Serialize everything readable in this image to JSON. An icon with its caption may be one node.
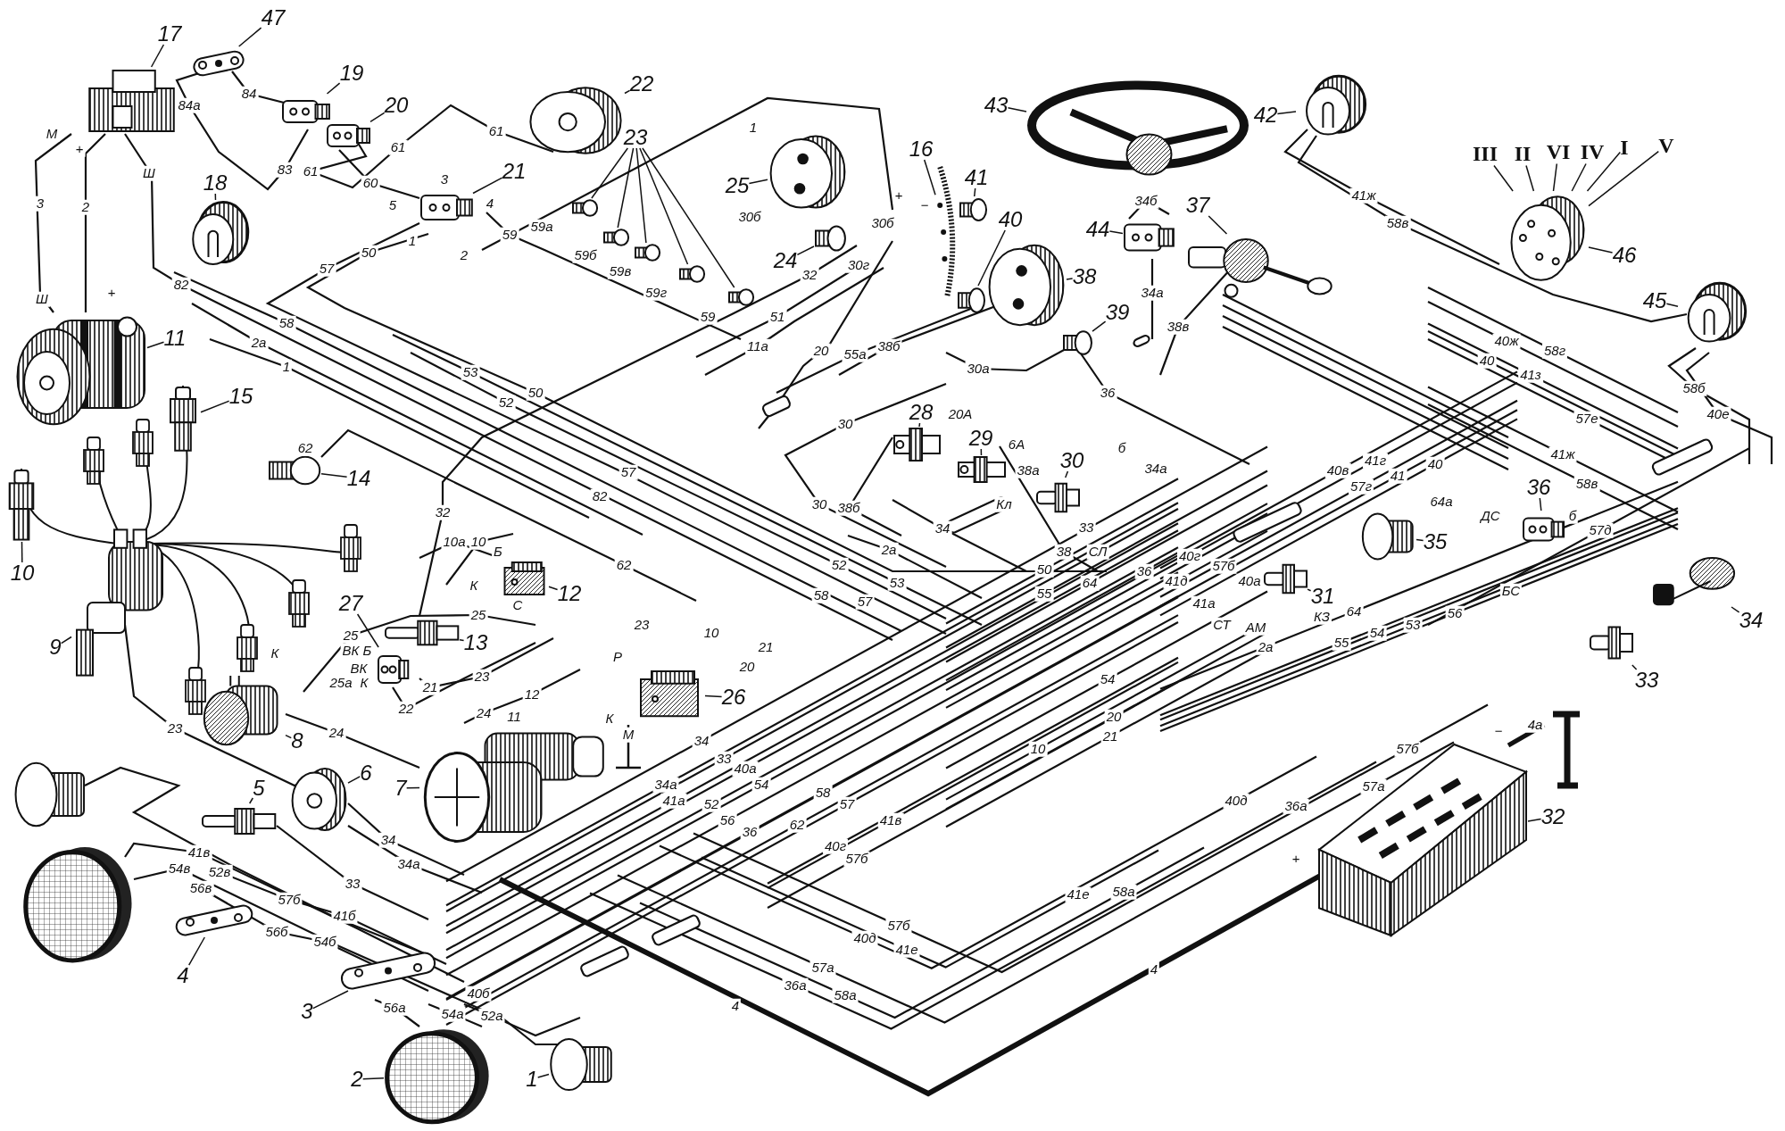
{
  "diagram": {
    "nodes": [
      {
        "text": [
          "1"
        ]
      },
      {
        "text": [
          "2"
        ]
      },
      {
        "text": [
          "3"
        ]
      },
      {
        "text": [
          "4"
        ]
      },
      {
        "text": [
          "5"
        ]
      },
      {
        "text": [
          "6"
        ]
      },
      {
        "text": [
          "7"
        ]
      },
      {
        "text": [
          "8"
        ]
      },
      {
        "text": [
          "9"
        ]
      },
      {
        "text": [
          "10"
        ]
      },
      {
        "text": [
          "11"
        ]
      },
      {
        "text": [
          "12"
        ]
      },
      {
        "text": [
          "13"
        ]
      },
      {
        "text": [
          "14"
        ]
      },
      {
        "text": [
          "15"
        ]
      },
      {
        "text": [
          "16"
        ]
      },
      {
        "text": [
          "17"
        ]
      },
      {
        "text": [
          "18"
        ]
      },
      {
        "text": [
          "19"
        ]
      },
      {
        "text": [
          "20"
        ]
      },
      {
        "text": [
          "21"
        ]
      },
      {
        "text": [
          "22"
        ]
      },
      {
        "text": [
          "23"
        ]
      },
      {
        "text": [
          "24"
        ]
      },
      {
        "text": [
          "25"
        ]
      },
      {
        "text": [
          "26"
        ]
      },
      {
        "text": [
          "27"
        ]
      },
      {
        "text": [
          "28"
        ]
      },
      {
        "text": [
          "29"
        ]
      },
      {
        "text": [
          "30"
        ]
      },
      {
        "text": [
          "31"
        ]
      },
      {
        "text": [
          "32"
        ]
      },
      {
        "text": [
          "33"
        ]
      },
      {
        "text": [
          "34"
        ]
      },
      {
        "text": [
          "35"
        ]
      },
      {
        "text": [
          "36"
        ]
      },
      {
        "text": [
          "37"
        ]
      },
      {
        "text": [
          "38"
        ]
      },
      {
        "text": [
          "39"
        ]
      },
      {
        "text": [
          "40"
        ]
      },
      {
        "text": [
          "41"
        ]
      },
      {
        "text": [
          "42"
        ]
      },
      {
        "text": [
          "43"
        ]
      },
      {
        "text": [
          "44"
        ]
      },
      {
        "text": [
          "45"
        ]
      },
      {
        "text": [
          "46"
        ]
      },
      {
        "text": [
          "47"
        ]
      },
      {
        "text": [
          "III"
        ]
      },
      {
        "text": [
          "II"
        ]
      },
      {
        "text": [
          "VI"
        ]
      },
      {
        "text": [
          "IV"
        ]
      },
      {
        "text": [
          "I"
        ]
      },
      {
        "text": [
          "V"
        ]
      },
      {
        "text": [],
        "shape": "circle"
      },
      {
        "text": [],
        "shape": "circle"
      },
      {
        "text": [],
        "shape": "picture"
      },
      {
        "text": [],
        "shape": "picture"
      },
      {
        "text": [],
        "shape": "picture"
      },
      {
        "text": [],
        "shape": "picture"
      },
      {
        "text": [],
        "shape": "picture"
      },
      {
        "text": [],
        "shape": "picture"
      },
      {
        "text": [],
        "shape": "picture"
      },
      {
        "text": [],
        "shape": "picture"
      },
      {
        "text": [],
        "shape": "picture"
      },
      {
        "text": [],
        "shape": "picture"
      },
      {
        "text": [],
        "shape": "picture"
      },
      {
        "text": [],
        "shape": "circle"
      },
      {
        "text": [],
        "shape": "picture"
      },
      {
        "text": [],
        "shape": "picture"
      },
      {
        "text": [],
        "shape": "picture"
      },
      {
        "text": [],
        "shape": "circle"
      },
      {
        "text": [],
        "shape": "picture"
      },
      {
        "text": [],
        "shape": "picture"
      },
      {
        "text": [],
        "shape": "picture"
      },
      {
        "text": [],
        "shape": "picture"
      },
      {
        "text": [],
        "shape": "circle"
      },
      {
        "text": [],
        "shape": "circle"
      },
      {
        "text": [],
        "shape": "circle"
      },
      {
        "text": [],
        "shape": "circle"
      },
      {
        "text": [],
        "shape": "circle"
      },
      {
        "text": [],
        "shape": "circle"
      },
      {
        "text": [],
        "shape": "picture"
      },
      {
        "text": [],
        "shape": "picture"
      },
      {
        "text": [],
        "shape": "picture"
      },
      {
        "text": [],
        "shape": "picture"
      },
      {
        "text": [],
        "shape": "picture"
      },
      {
        "text": [],
        "shape": "picture"
      },
      {
        "text": [],
        "shape": "picture"
      },
      {
        "text": [],
        "shape": "picture"
      },
      {
        "text": [],
        "shape": "picture"
      },
      {
        "text": [],
        "shape": "picture"
      },
      {
        "text": [],
        "shape": "circle"
      },
      {
        "text": [],
        "shape": "picture"
      },
      {
        "text": [],
        "shape": "picture"
      },
      {
        "text": [],
        "shape": "picture"
      },
      {
        "text": [],
        "shape": "circle"
      },
      {
        "text": [],
        "shape": "circle"
      },
      {
        "text": [],
        "shape": "circle"
      },
      {
        "text": [],
        "shape": "circle"
      },
      {
        "text": [],
        "shape": "picture"
      },
      {
        "text": [],
        "shape": "picture"
      },
      {
        "text": [],
        "shape": "circle"
      },
      {
        "text": [],
        "shape": "picture"
      },
      {
        "text": [],
        "shape": "picture"
      },
      {
        "text": [],
        "shape": "circle"
      },
      {
        "text": [],
        "shape": "circle"
      }
    ],
    "edges": [
      {
        "from": 0,
        "to": 53,
        "arrow": "none"
      },
      {
        "from": 1,
        "to": 54,
        "arrow": "none"
      },
      {
        "from": 2,
        "to": 55,
        "arrow": "none"
      },
      {
        "from": 3,
        "to": 56,
        "arrow": "none"
      },
      {
        "from": 4,
        "to": 57,
        "arrow": "none"
      },
      {
        "from": 5,
        "to": 58,
        "arrow": "none"
      },
      {
        "from": 6,
        "to": 59,
        "arrow": "none"
      },
      {
        "from": 7,
        "to": 60,
        "arrow": "none"
      },
      {
        "from": 8,
        "to": 61,
        "arrow": "none"
      },
      {
        "from": 9,
        "to": 62,
        "arrow": "none"
      },
      {
        "from": 10,
        "to": 63,
        "arrow": "none"
      },
      {
        "from": 11,
        "to": 64,
        "arrow": "none"
      },
      {
        "from": 12,
        "to": 65,
        "arrow": "none"
      },
      {
        "from": 13,
        "to": 66,
        "arrow": "none"
      },
      {
        "from": 14,
        "to": 67,
        "arrow": "none"
      },
      {
        "from": 15,
        "to": 68,
        "arrow": "none"
      },
      {
        "from": 16,
        "to": 69,
        "arrow": "none"
      },
      {
        "from": 17,
        "to": 70,
        "arrow": "none"
      },
      {
        "from": 18,
        "to": 71,
        "arrow": "none"
      },
      {
        "from": 19,
        "to": 72,
        "arrow": "none"
      },
      {
        "from": 20,
        "to": 73,
        "arrow": "none"
      },
      {
        "from": 21,
        "to": 74,
        "arrow": "none"
      },
      {
        "from": 22,
        "to": 75,
        "arrow": "none"
      },
      {
        "from": 22,
        "to": 76,
        "arrow": "none"
      },
      {
        "from": 22,
        "to": 77,
        "arrow": "none"
      },
      {
        "from": 22,
        "to": 78,
        "arrow": "none"
      },
      {
        "from": 22,
        "to": 79,
        "arrow": "none"
      },
      {
        "from": 23,
        "to": 80,
        "arrow": "none"
      },
      {
        "from": 24,
        "to": 81,
        "arrow": "none"
      },
      {
        "from": 25,
        "to": 82,
        "arrow": "none"
      },
      {
        "from": 26,
        "to": 83,
        "arrow": "none"
      },
      {
        "from": 27,
        "to": 84,
        "arrow": "none"
      },
      {
        "from": 28,
        "to": 85,
        "arrow": "none"
      },
      {
        "from": 29,
        "to": 86,
        "arrow": "none"
      },
      {
        "from": 30,
        "to": 87,
        "arrow": "none"
      },
      {
        "from": 31,
        "to": 88,
        "arrow": "none"
      },
      {
        "from": 32,
        "to": 89,
        "arrow": "none"
      },
      {
        "from": 33,
        "to": 90,
        "arrow": "none"
      },
      {
        "from": 34,
        "to": 91,
        "arrow": "none"
      },
      {
        "from": 35,
        "to": 92,
        "arrow": "none"
      },
      {
        "from": 36,
        "to": 93,
        "arrow": "none"
      },
      {
        "from": 37,
        "to": 94,
        "arrow": "none"
      },
      {
        "from": 38,
        "to": 95,
        "arrow": "none"
      },
      {
        "from": 39,
        "to": 96,
        "arrow": "none"
      },
      {
        "from": 40,
        "to": 97,
        "arrow": "none"
      },
      {
        "from": 41,
        "to": 98,
        "arrow": "none"
      },
      {
        "from": 42,
        "to": 99,
        "arrow": "none"
      },
      {
        "from": 43,
        "to": 100,
        "arrow": "none"
      },
      {
        "from": 44,
        "to": 101,
        "arrow": "none"
      },
      {
        "from": 45,
        "to": 102,
        "arrow": "none"
      },
      {
        "from": 46,
        "to": 103,
        "arrow": "none"
      },
      {
        "from": 47,
        "to": 102,
        "arrow": "none"
      },
      {
        "from": 48,
        "to": 102,
        "arrow": "none"
      },
      {
        "from": 49,
        "to": 102,
        "arrow": "none"
      },
      {
        "from": 50,
        "to": 102,
        "arrow": "none"
      },
      {
        "from": 51,
        "to": 102,
        "arrow": "none"
      },
      {
        "from": 52,
        "to": 102,
        "arrow": "none"
      }
    ],
    "labels": [
      "84а",
      "84",
      "М",
      "+",
      "Ш",
      "61",
      "1",
      "61",
      "83",
      "61",
      "60",
      "3",
      "3",
      "2",
      "5",
      "4",
      "+",
      "−",
      "34б",
      "41ж",
      "30б",
      "30б",
      "58в",
      "59а",
      "59",
      "1",
      "59б",
      "2",
      "50",
      "30г",
      "59в",
      "57",
      "32",
      "82",
      "Ш",
      "+",
      "59г",
      "34а",
      "59",
      "51",
      "58",
      "38в",
      "40ж",
      "2а",
      "11а",
      "20",
      "55а",
      "38б",
      "58г",
      "40",
      "1",
      "30а",
      "41з",
      "53",
      "58б",
      "36",
      "50",
      "52",
      "40е",
      "57е",
      "20А",
      "30",
      "6А",
      "б",
      "62",
      "41ж",
      "40",
      "41г",
      "34а",
      "38а",
      "40в",
      "57",
      "41",
      "58в",
      "57г",
      "82",
      "64а",
      "30",
      "Кл",
      "38б",
      "32",
      "ДС",
      "б",
      "33",
      "34",
      "57д",
      "10а",
      "10",
      "2а",
      "Б",
      "38",
      "СЛ",
      "40г",
      "62",
      "52",
      "57б",
      "50",
      "36",
      "41д",
      "40а",
      "53",
      "64",
      "К",
      "БС",
      "55",
      "58",
      "57",
      "41а",
      "С",
      "64",
      "56",
      "25",
      "КЗ",
      "СТ",
      "53",
      "23",
      "АМ",
      "10",
      "54",
      "25",
      "55",
      "2а",
      "21",
      "ВК Б",
      "К",
      "Р",
      "20",
      "ВК",
      "23",
      "54",
      "25а",
      "К",
      "21",
      "12",
      "22",
      "24",
      "20",
      "11",
      "К",
      "4а",
      "23",
      "−",
      "24",
      "М",
      "21",
      "34",
      "10",
      "57б",
      "33",
      "40а",
      "34а",
      "54",
      "57а",
      "58",
      "41а",
      "40д",
      "52",
      "57",
      "36а",
      "56",
      "41в",
      "62",
      "36",
      "34",
      "41в",
      "40г",
      "57б",
      "+",
      "34а",
      "54в",
      "52в",
      "33",
      "56в",
      "58а",
      "41е",
      "57б",
      "41б",
      "57б",
      "56б",
      "40д",
      "54б",
      "41е",
      "57а",
      "4",
      "36а",
      "40б",
      "58а",
      "4",
      "56а",
      "54а",
      "52а"
    ]
  }
}
